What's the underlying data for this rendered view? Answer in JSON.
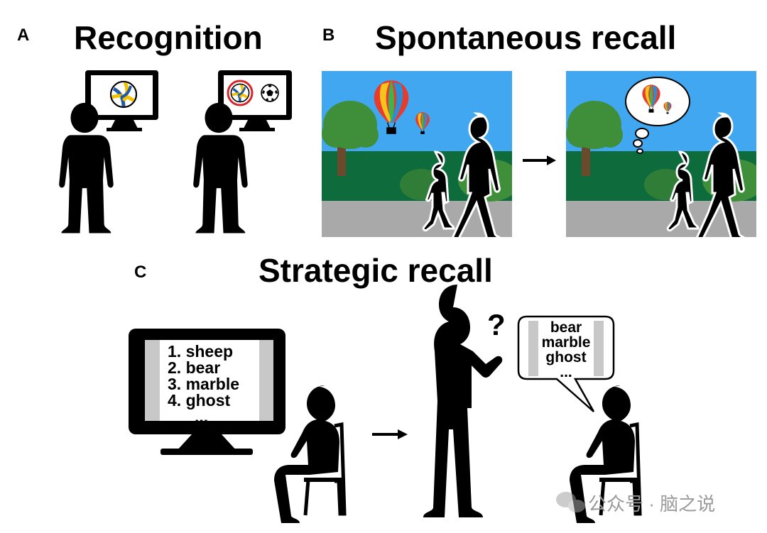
{
  "panels": {
    "a": {
      "letter": "A",
      "title": "Recognition"
    },
    "b": {
      "letter": "B",
      "title": "Spontaneous recall"
    },
    "c": {
      "letter": "C",
      "title": "Strategic recall"
    }
  },
  "word_list": [
    "1. sheep",
    "2. bear",
    "3. marble",
    "4. ghost",
    "..."
  ],
  "recall_bubble": [
    "bear",
    "marble",
    "ghost",
    "..."
  ],
  "question_mark": "?",
  "watermark": "公众号 · 脑之说",
  "icons": [
    "volleyball-icon",
    "soccer-ball-icon",
    "hot-air-balloon-icon",
    "tree-icon",
    "arrow-right-icon",
    "monitor-icon",
    "chair-icon",
    "thought-bubble-icon",
    "speech-bubble-icon"
  ],
  "colors": {
    "sky": "#41a7f0",
    "grass": "#0e6b3b",
    "path": "#a9a9a9",
    "tree": "#3f8f3a",
    "volleyball_yellow": "#f2c200",
    "volleyball_blue": "#1e5aa8",
    "red_circle": "#d9242a",
    "silhouette": "#000000"
  }
}
